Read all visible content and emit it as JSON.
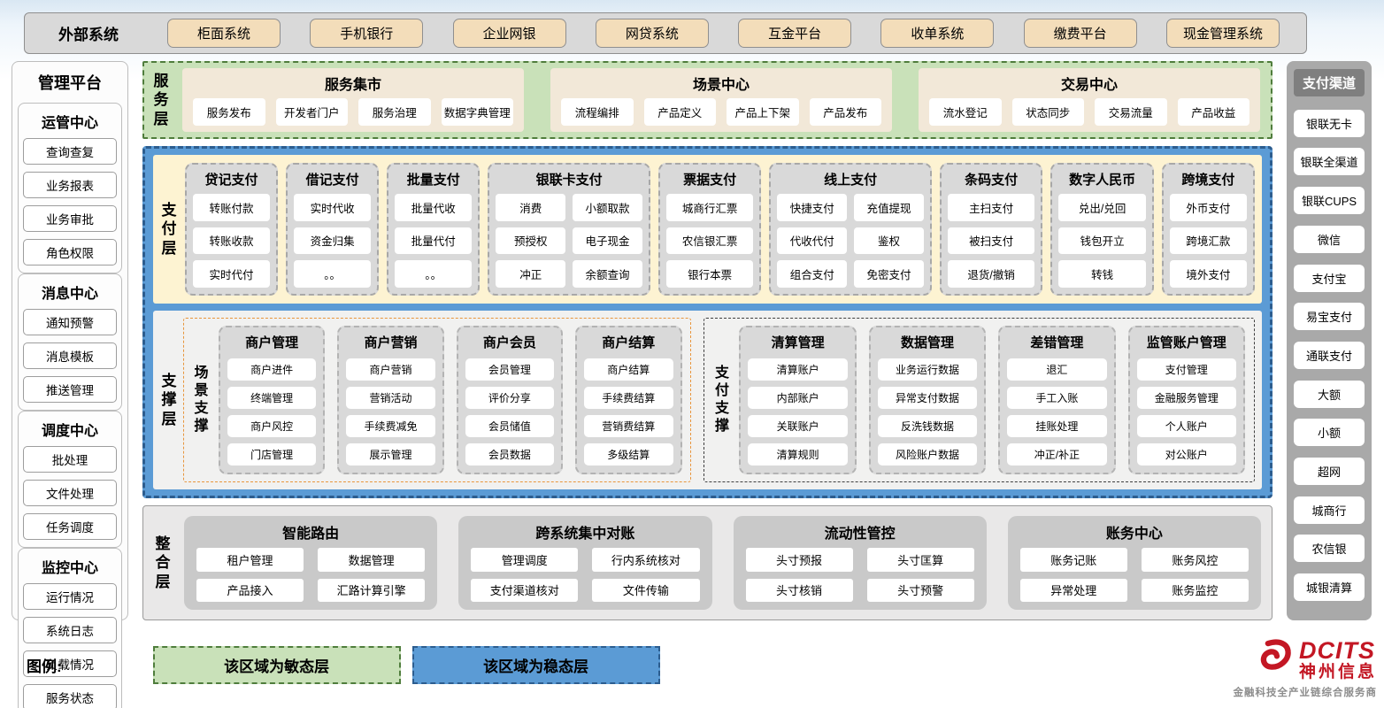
{
  "colors": {
    "agile_green": "#c9e1b9",
    "stable_blue": "#5b9bd5",
    "panel_cream": "#fdf3d2",
    "external_button_tan": "#f3ddba",
    "brand_red": "#c31724"
  },
  "external_systems": {
    "label": "外部系统",
    "items": [
      "柜面系统",
      "手机银行",
      "企业网银",
      "网贷系统",
      "互金平台",
      "收单系统",
      "缴费平台",
      "现金管理系统"
    ]
  },
  "management_platform": {
    "title": "管理平台",
    "groups": [
      {
        "title": "运管中心",
        "items": [
          "查询查复",
          "业务报表",
          "业务审批",
          "角色权限"
        ]
      },
      {
        "title": "消息中心",
        "items": [
          "通知预警",
          "消息模板",
          "推送管理"
        ]
      },
      {
        "title": "调度中心",
        "items": [
          "批处理",
          "文件处理",
          "任务调度"
        ]
      },
      {
        "title": "监控中心",
        "items": [
          "运行情况",
          "系统日志",
          "负载情况",
          "服务状态"
        ]
      }
    ]
  },
  "service_layer": {
    "label": "服务层",
    "panels": [
      {
        "title": "服务集市",
        "items": [
          "服务发布",
          "开发者门户",
          "服务治理",
          "数据字典管理"
        ]
      },
      {
        "title": "场景中心",
        "items": [
          "流程编排",
          "产品定义",
          "产品上下架",
          "产品发布"
        ]
      },
      {
        "title": "交易中心",
        "items": [
          "流水登记",
          "状态同步",
          "交易流量",
          "产品收益"
        ]
      }
    ]
  },
  "payment_layer": {
    "label": "支付层",
    "columns": [
      {
        "title": "贷记支付",
        "cols": 1,
        "items": [
          "转账付款",
          "转账收款",
          "实时代付"
        ]
      },
      {
        "title": "借记支付",
        "cols": 1,
        "items": [
          "实时代收",
          "资金归集",
          "。。"
        ]
      },
      {
        "title": "批量支付",
        "cols": 1,
        "items": [
          "批量代收",
          "批量代付",
          "。。"
        ]
      },
      {
        "title": "银联卡支付",
        "cols": 2,
        "items": [
          "消费",
          "小额取款",
          "预授权",
          "电子现金",
          "冲正",
          "余额查询"
        ]
      },
      {
        "title": "票据支付",
        "cols": 1,
        "items": [
          "城商行汇票",
          "农信银汇票",
          "银行本票"
        ]
      },
      {
        "title": "线上支付",
        "cols": 2,
        "items": [
          "快捷支付",
          "充值提现",
          "代收代付",
          "鉴权",
          "组合支付",
          "免密支付"
        ]
      },
      {
        "title": "条码支付",
        "cols": 1,
        "items": [
          "主扫支付",
          "被扫支付",
          "退货/撤销"
        ]
      },
      {
        "title": "数字人民币",
        "cols": 1,
        "items": [
          "兑出/兑回",
          "钱包开立",
          "转钱"
        ]
      },
      {
        "title": "跨境支付",
        "cols": 1,
        "items": [
          "外币支付",
          "跨境汇款",
          "境外支付"
        ]
      }
    ]
  },
  "support_layer": {
    "label": "支撑层",
    "groups": [
      {
        "label": "场景支撑",
        "columns": [
          {
            "title": "商户管理",
            "items": [
              "商户进件",
              "终端管理",
              "商户风控",
              "门店管理"
            ]
          },
          {
            "title": "商户营销",
            "items": [
              "商户营销",
              "营销活动",
              "手续费减免",
              "展示管理"
            ]
          },
          {
            "title": "商户会员",
            "items": [
              "会员管理",
              "评价分享",
              "会员储值",
              "会员数据"
            ]
          },
          {
            "title": "商户结算",
            "items": [
              "商户结算",
              "手续费结算",
              "营销费结算",
              "多级结算"
            ]
          }
        ]
      },
      {
        "label": "支付支撑",
        "columns": [
          {
            "title": "清算管理",
            "items": [
              "清算账户",
              "内部账户",
              "关联账户",
              "清算规则"
            ]
          },
          {
            "title": "数据管理",
            "items": [
              "业务运行数据",
              "异常支付数据",
              "反洗钱数据",
              "风险账户数据"
            ]
          },
          {
            "title": "差错管理",
            "items": [
              "退汇",
              "手工入账",
              "挂账处理",
              "冲正/补正"
            ]
          },
          {
            "title": "监管账户管理",
            "items": [
              "支付管理",
              "金融服务管理",
              "个人账户",
              "对公账户"
            ]
          }
        ]
      }
    ]
  },
  "integration_layer": {
    "label": "整合层",
    "panels": [
      {
        "title": "智能路由",
        "items": [
          "租户管理",
          "数据管理",
          "产品接入",
          "汇路计算引擎"
        ]
      },
      {
        "title": "跨系统集中对账",
        "items": [
          "管理调度",
          "行内系统核对",
          "支付渠道核对",
          "文件传输"
        ]
      },
      {
        "title": "流动性管控",
        "items": [
          "头寸预报",
          "头寸匡算",
          "头寸核销",
          "头寸预警"
        ]
      },
      {
        "title": "账务中心",
        "items": [
          "账务记账",
          "账务风控",
          "异常处理",
          "账务监控"
        ]
      }
    ]
  },
  "payment_channels": {
    "title": "支付渠道",
    "items": [
      "银联无卡",
      "银联全渠道",
      "银联CUPS",
      "微信",
      "支付宝",
      "易宝支付",
      "通联支付",
      "大额",
      "小额",
      "超网",
      "城商行",
      "农信银",
      "城银清算"
    ]
  },
  "legend": {
    "label": "图例:",
    "items": [
      {
        "text": "该区域为敏态层",
        "type": "agile",
        "color": "#c9e1b9"
      },
      {
        "text": "该区域为稳态层",
        "type": "stable",
        "color": "#5b9bd5"
      }
    ]
  },
  "logo": {
    "name": "DCITS",
    "cn": "神州信息",
    "tagline": "金融科技全产业链综合服务商"
  }
}
